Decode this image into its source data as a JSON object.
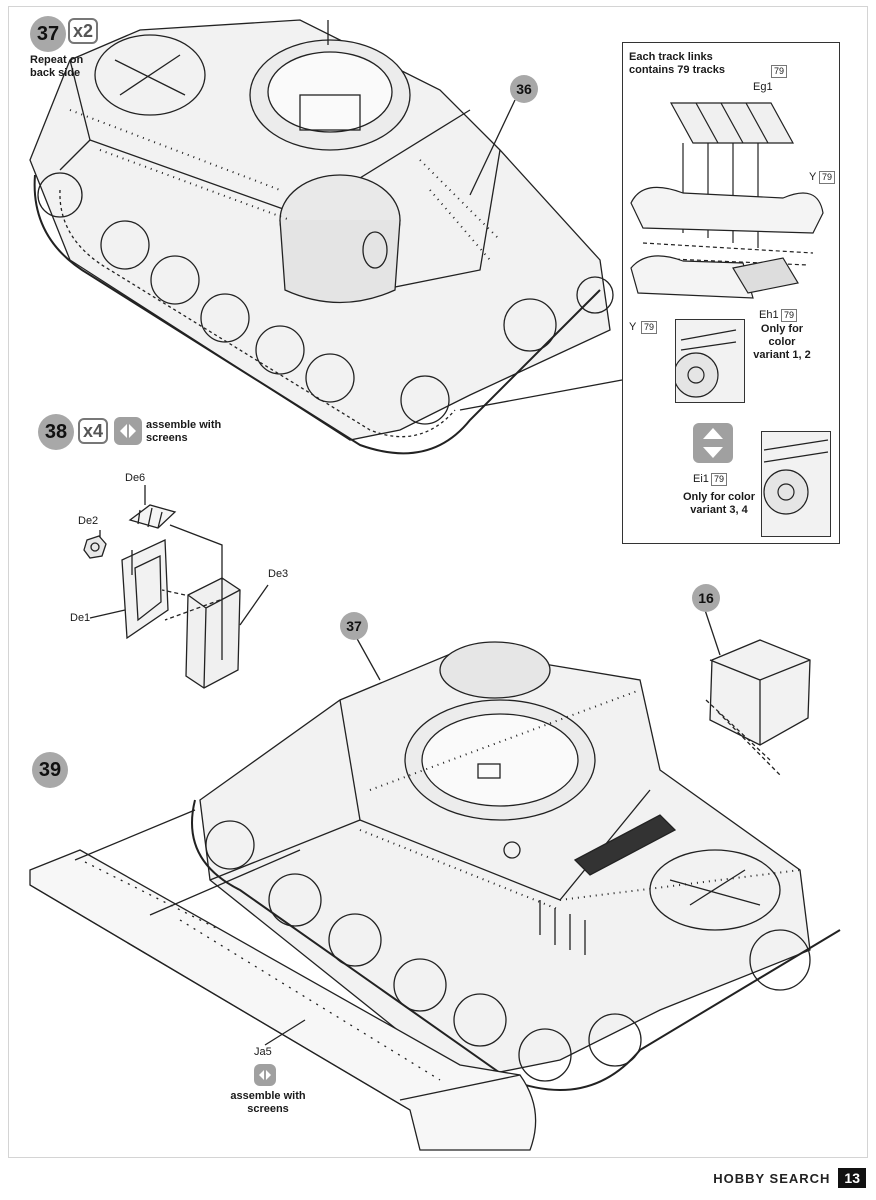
{
  "step37": {
    "number": "37",
    "multiplier": "x2",
    "note": "Repeat on back side"
  },
  "step38": {
    "number": "38",
    "multiplier": "x4",
    "note": "assemble with screens",
    "parts": {
      "de6": "De6",
      "de2": "De2",
      "de1": "De1",
      "de3": "De3"
    }
  },
  "step39": {
    "number": "39",
    "callout_37": "37",
    "callout_16": "16",
    "part_ja5": "Ja5",
    "note": "assemble with screens"
  },
  "callout36": "36",
  "track_box": {
    "title": "Each track links contains 79 tracks",
    "eg1_tag": "79",
    "eg1": "Eg1",
    "y_top": "Y",
    "y_top_tag": "79",
    "y_bottom": "Y",
    "y_bottom_tag": "79",
    "eh1": "Eh1",
    "eh1_tag": "79",
    "eh1_note": "Only for color variant 1, 2",
    "ei1": "Ei1",
    "ei1_tag": "79",
    "ei1_note": "Only for color variant 3, 4"
  },
  "footer": {
    "brand": "HOBBY SEARCH",
    "page": "13"
  },
  "icons": [
    "screen-icon",
    "swap-arrows-icon"
  ]
}
